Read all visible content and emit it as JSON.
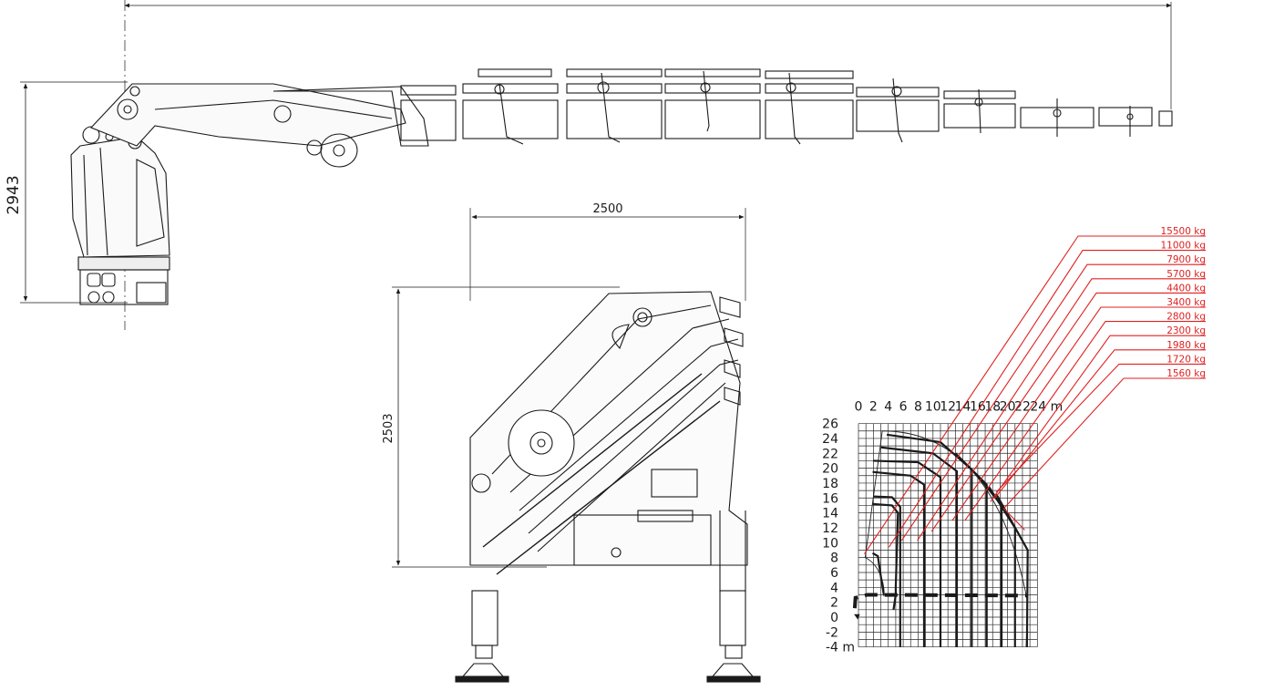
{
  "dimensions": {
    "crane_height": "2943",
    "base_width": "2500",
    "folded_height": "2503"
  },
  "load_chart": {
    "x_ticks": [
      "0",
      "2",
      "4",
      "6",
      "8",
      "10",
      "12",
      "14",
      "16",
      "18",
      "20",
      "22",
      "24 m"
    ],
    "y_ticks": [
      "26",
      "24",
      "22",
      "20",
      "18",
      "16",
      "14",
      "12",
      "10",
      "8",
      "6",
      "4",
      "2",
      "0",
      "-2",
      "-4 m"
    ],
    "capacity_labels": [
      "15500 kg",
      "11000 kg",
      "7900 kg",
      "5700 kg",
      "4400 kg",
      "3400 kg",
      "2800 kg",
      "2300 kg",
      "1980 kg",
      "1720 kg",
      "1560 kg"
    ],
    "capacity_color": "#e02020"
  }
}
